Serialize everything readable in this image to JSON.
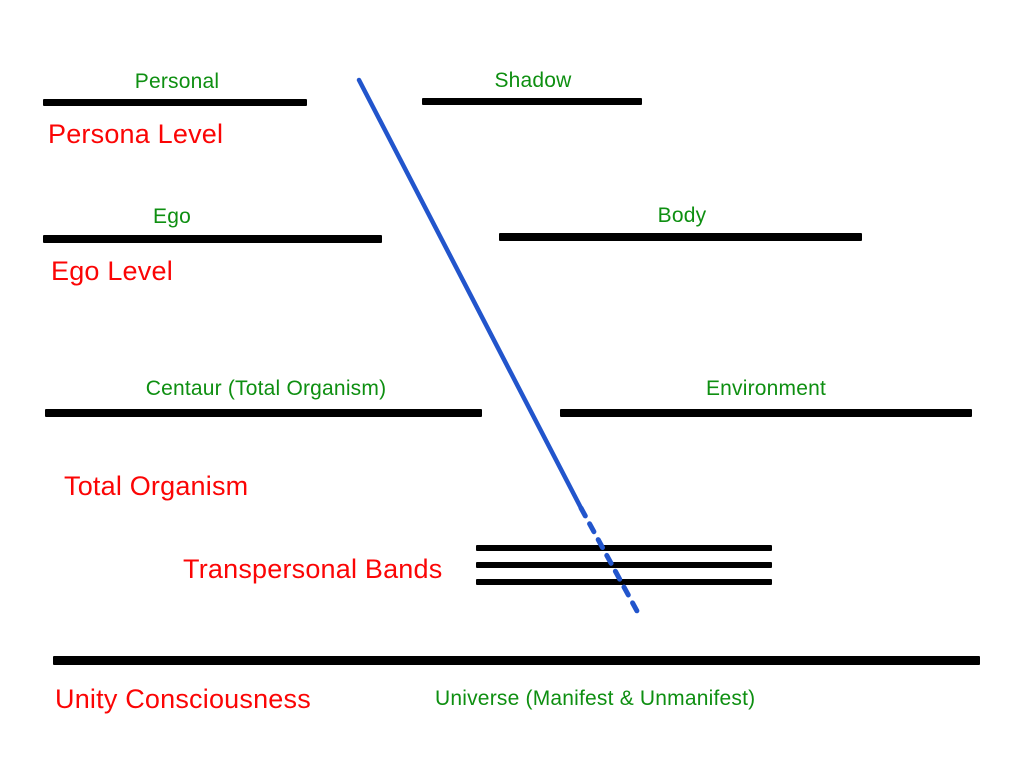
{
  "canvas": {
    "background": "#ffffff"
  },
  "colors": {
    "label_green": "#0e8f11",
    "label_red": "#fb0505",
    "bar_black": "#000000",
    "line_blue": "#2255cc"
  },
  "rows": {
    "persona": {
      "self_label": "Personal",
      "other_label": "Shadow",
      "level_label": "Persona Level"
    },
    "ego": {
      "self_label": "Ego",
      "other_label": "Body",
      "level_label": "Ego Level"
    },
    "centaur": {
      "self_label": "Centaur (Total Organism)",
      "other_label": "Environment",
      "level_label": "Total Organism"
    },
    "transpersonal": {
      "level_label": "Transpersonal Bands"
    },
    "unity": {
      "level_label": "Unity Consciousness",
      "universe_label": "Universe (Manifest & Unmanifest)"
    }
  }
}
